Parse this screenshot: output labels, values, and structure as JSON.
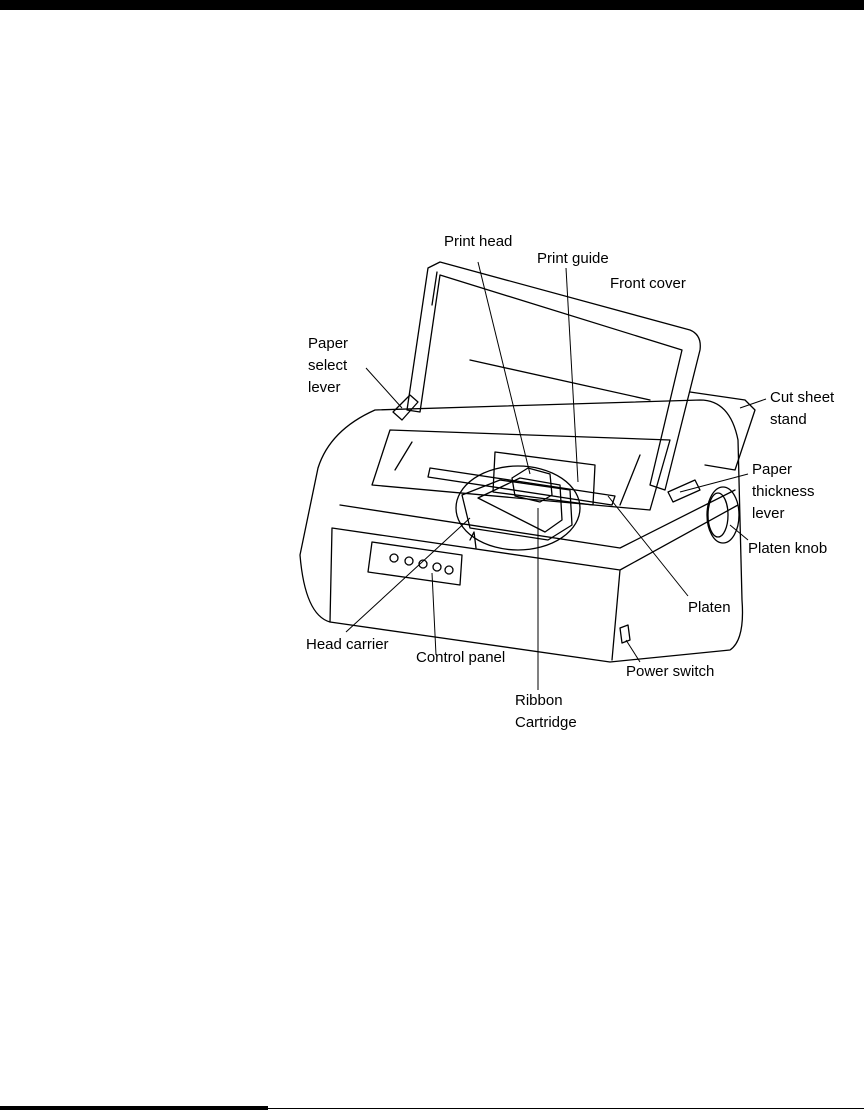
{
  "labels": {
    "print_head": "Print head",
    "print_guide": "Print guide",
    "front_cover": "Front cover",
    "paper_select_lever": [
      "Paper",
      "select",
      "lever"
    ],
    "cut_sheet_stand": [
      "Cut sheet",
      "stand"
    ],
    "paper_thickness_lever": [
      "Paper",
      "thickness",
      "lever"
    ],
    "platen_knob": "Platen knob",
    "platen": "Platen",
    "head_carrier": "Head carrier",
    "control_panel": "Control panel",
    "power_switch": "Power switch",
    "ribbon_cartridge": [
      "Ribbon",
      "Cartridge"
    ]
  }
}
